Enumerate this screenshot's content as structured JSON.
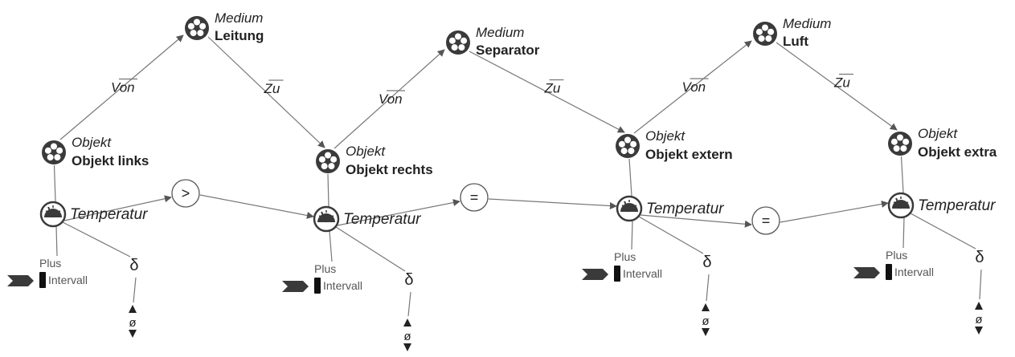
{
  "labels": {
    "medium_type": "Medium",
    "object_type": "Objekt",
    "from_edge": "Von",
    "to_edge": "Zu",
    "temperature": "Temperatur",
    "plus": "Plus",
    "interval": "Intervall",
    "delta": "δ",
    "diameter": "ø"
  },
  "media": [
    {
      "name": "Leitung"
    },
    {
      "name": "Separator"
    },
    {
      "name": "Luft"
    }
  ],
  "objects": [
    {
      "name": "Objekt links"
    },
    {
      "name": "Objekt rechts"
    },
    {
      "name": "Objekt extern"
    },
    {
      "name": "Objekt extra"
    }
  ],
  "comparators": [
    {
      "symbol": ">"
    },
    {
      "symbol": "="
    },
    {
      "symbol": "="
    }
  ],
  "icons": {
    "node": "film-reel-icon",
    "sensor": "gauge-icon",
    "plus_marker": "chevron-arrow-icon",
    "interval_marker": "black-bar-icon",
    "updown": "up-down-triangle-icon"
  },
  "colors": {
    "line": "#777777",
    "node": "#3a3a3a",
    "text": "#222222"
  }
}
